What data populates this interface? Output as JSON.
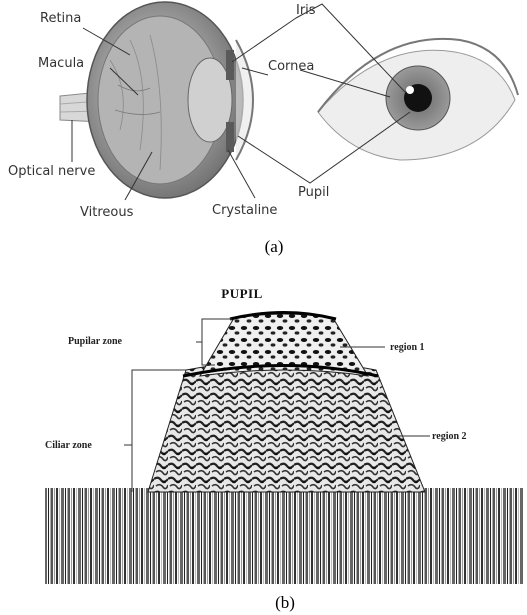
{
  "panel_a": {
    "labels": {
      "retina": "Retina",
      "macula": "Macula",
      "optical_nerve": "Optical nerve",
      "vitreous": "Vitreous",
      "crystaline": "Crystaline",
      "iris": "Iris",
      "cornea": "Cornea",
      "pupil": "Pupil"
    },
    "caption": "(a)"
  },
  "panel_b": {
    "title": "PUPIL",
    "labels": {
      "pupilar_zone": "Pupilar zone",
      "ciliar_zone": "Ciliar zone",
      "region1": "region 1",
      "region2": "region 2"
    },
    "caption": "(b)"
  }
}
